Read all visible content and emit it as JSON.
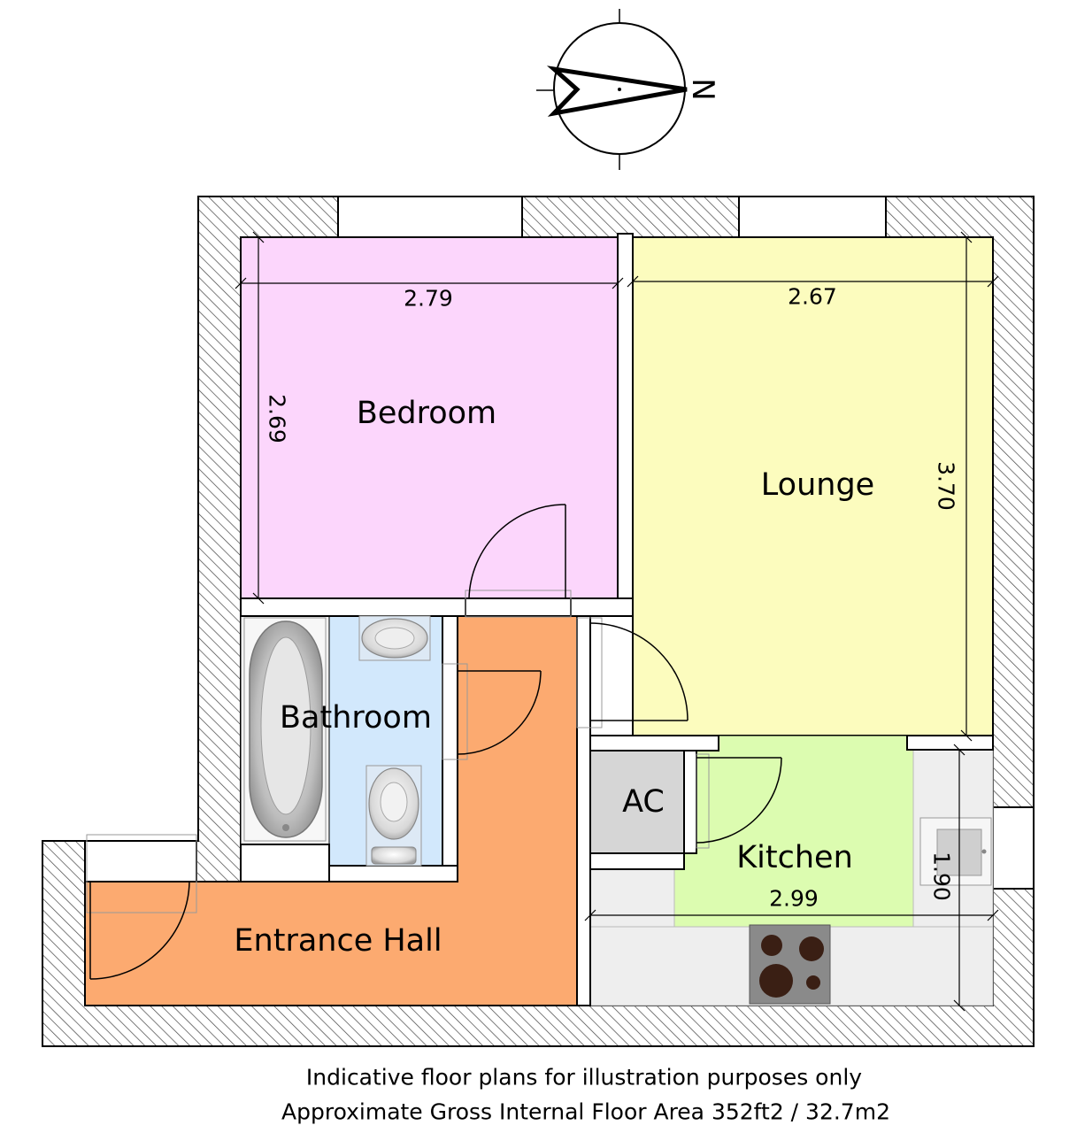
{
  "compass": {
    "north_label": "N"
  },
  "rooms": {
    "bedroom": {
      "label": "Bedroom",
      "color": "#fcd6fc",
      "width_label": "2.79",
      "length_label": "2.69"
    },
    "lounge": {
      "label": "Lounge",
      "color": "#fcfcbe",
      "width_label": "2.67",
      "length_label": "3.70"
    },
    "bathroom": {
      "label": "Bathroom",
      "color": "#d2e8fc"
    },
    "ac": {
      "label": "AC",
      "color": "#d6d6d6"
    },
    "kitchen": {
      "label": "Kitchen",
      "color": "#dcfcb0",
      "width_label": "2.99",
      "length_label": "1.90"
    },
    "entrance_hall": {
      "label": "Entrance Hall",
      "color": "#fcaa70"
    }
  },
  "footer": {
    "line1": "Indicative floor plans for illustration purposes only",
    "line2": "Approximate Gross Internal Floor Area 352ft2 / 32.7m2"
  }
}
